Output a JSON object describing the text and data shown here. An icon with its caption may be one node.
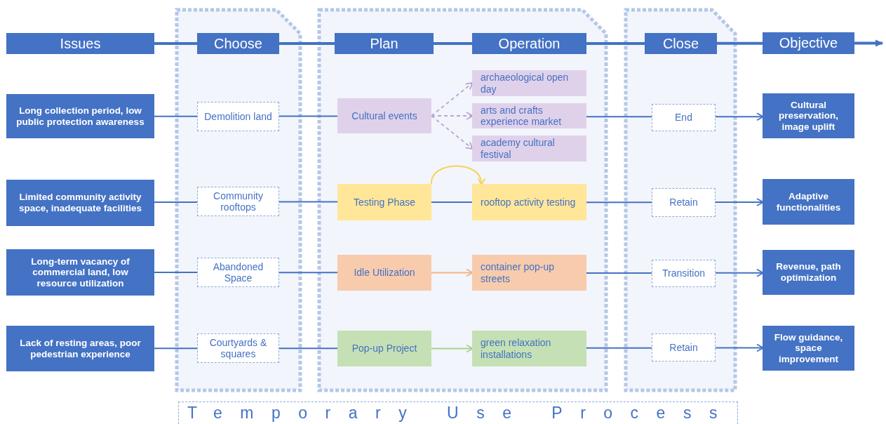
{
  "diagram": {
    "nodes": [
      {
        "text": [
          "Issues"
        ]
      },
      {
        "text": [
          "Choose"
        ]
      },
      {
        "text": [
          "Plan"
        ]
      },
      {
        "text": [
          "Operation"
        ]
      },
      {
        "text": [
          "Close"
        ]
      },
      {
        "text": [
          "Objective"
        ]
      },
      {
        "text": [
          "Long collection period, low public protection awareness"
        ]
      },
      {
        "text": [
          "Demolition land"
        ]
      },
      {
        "text": [
          "Cultural events"
        ]
      },
      {
        "text": [
          "archaeological open day"
        ]
      },
      {
        "text": [
          "arts and crafts experience market"
        ]
      },
      {
        "text": [
          "academy cultural festival"
        ]
      },
      {
        "text": [
          "End"
        ]
      },
      {
        "text": [
          "Cultural preservation, image uplift"
        ]
      },
      {
        "text": [
          "Limited community activity space, inadequate facilities"
        ]
      },
      {
        "text": [
          "Community rooftops"
        ]
      },
      {
        "text": [
          "Testing Phase"
        ]
      },
      {
        "text": [
          "rooftop activity testing"
        ]
      },
      {
        "text": [
          "Retain"
        ]
      },
      {
        "text": [
          "Adaptive functionalities"
        ]
      },
      {
        "text": [
          "Long-term vacancy of commercial land, low resource utilization"
        ]
      },
      {
        "text": [
          "Abandoned Space"
        ]
      },
      {
        "text": [
          "Idle Utilization"
        ]
      },
      {
        "text": [
          "container pop-up streets"
        ]
      },
      {
        "text": [
          "Transition"
        ]
      },
      {
        "text": [
          "Revenue, path optimization"
        ]
      },
      {
        "text": [
          "Lack of resting areas, poor pedestrian experience"
        ]
      },
      {
        "text": [
          "Courtyards & squares"
        ]
      },
      {
        "text": [
          "Pop-up Project"
        ]
      },
      {
        "text": [
          "green relaxation installations"
        ]
      },
      {
        "text": [
          "Retain"
        ]
      },
      {
        "text": [
          "Flow guidance, space improvement"
        ]
      },
      {
        "text": [
          "Temporary Use Process"
        ]
      }
    ],
    "edges": [
      {
        "from": 0,
        "to": 1,
        "arrow": "none",
        "style": "thick"
      },
      {
        "from": 1,
        "to": 2,
        "arrow": "none",
        "style": "thick"
      },
      {
        "from": 2,
        "to": 3,
        "arrow": "none",
        "style": "thick"
      },
      {
        "from": 3,
        "to": 4,
        "arrow": "none",
        "style": "thick"
      },
      {
        "from": 4,
        "to": 5,
        "arrow": "none",
        "style": "thick"
      },
      {
        "from": 5,
        "to": null,
        "arrow": "to",
        "style": "thick"
      },
      {
        "from": 6,
        "to": 7,
        "arrow": "none"
      },
      {
        "from": 7,
        "to": 8,
        "arrow": "none"
      },
      {
        "from": 8,
        "to": 9,
        "arrow": "to",
        "style": "dashed",
        "color": "#b9a3d8"
      },
      {
        "from": 8,
        "to": 10,
        "arrow": "to",
        "style": "dashed",
        "color": "#b9a3d8"
      },
      {
        "from": 8,
        "to": 11,
        "arrow": "to",
        "style": "dashed",
        "color": "#b9a3d8"
      },
      {
        "from": 10,
        "to": 12,
        "arrow": "none"
      },
      {
        "from": 12,
        "to": 13,
        "arrow": "to"
      },
      {
        "from": 14,
        "to": 15,
        "arrow": "none"
      },
      {
        "from": 15,
        "to": 16,
        "arrow": "none"
      },
      {
        "from": 16,
        "to": 17,
        "arrow": "none"
      },
      {
        "from": 16,
        "to": 17,
        "arrow": "to",
        "color": "#f7d154"
      },
      {
        "from": 17,
        "to": 18,
        "arrow": "none"
      },
      {
        "from": 18,
        "to": 19,
        "arrow": "to"
      },
      {
        "from": 20,
        "to": 21,
        "arrow": "none"
      },
      {
        "from": 21,
        "to": 22,
        "arrow": "none"
      },
      {
        "from": 22,
        "to": 23,
        "arrow": "to",
        "color": "#f4b183"
      },
      {
        "from": 23,
        "to": 24,
        "arrow": "none"
      },
      {
        "from": 24,
        "to": 25,
        "arrow": "to"
      },
      {
        "from": 26,
        "to": 27,
        "arrow": "none"
      },
      {
        "from": 27,
        "to": 28,
        "arrow": "none"
      },
      {
        "from": 28,
        "to": 29,
        "arrow": "to",
        "color": "#a9d18e"
      },
      {
        "from": 29,
        "to": 30,
        "arrow": "none"
      },
      {
        "from": 30,
        "to": 31,
        "arrow": "to"
      }
    ]
  }
}
